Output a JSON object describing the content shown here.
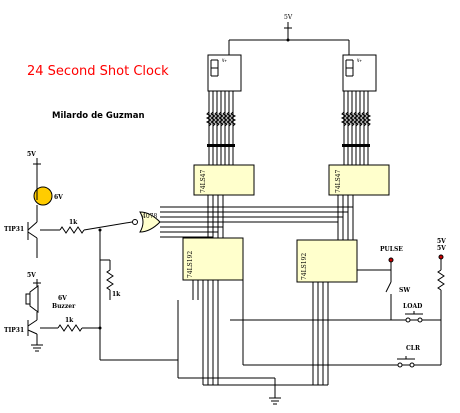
{
  "title": "24 Second Shot Clock",
  "author": "Milardo de Guzman",
  "labels": {
    "supply_top": "5V",
    "supply_left_top": "5V",
    "supply_left_mid": "5V",
    "supply_right": "5V",
    "supply_right_b": "5V",
    "lamp": "6V",
    "transistor_top": "TIP31",
    "transistor_bottom": "TIP31",
    "resistor_1k_a": "1k",
    "resistor_1k_b": "1k",
    "resistor_1k_c": "1k",
    "buzzer_v": "6V",
    "buzzer": "Buzzer",
    "gate": "4078",
    "decoder_left": "74LS47",
    "decoder_right": "74LS47",
    "counter_left": "74LS192",
    "counter_right": "74LS192",
    "pulse": "PULSE",
    "sw": "SW",
    "load": "LOAD",
    "clr": "CLR",
    "vplus": "V+"
  },
  "colors": {
    "wire": "#000000",
    "chip": "#ffffcc",
    "title": "#ff0000",
    "led": "#cc0000",
    "lamp": "#ffcc00"
  }
}
